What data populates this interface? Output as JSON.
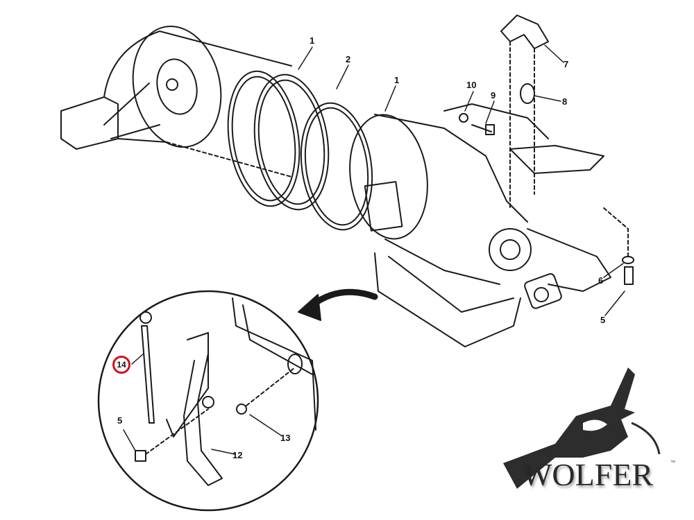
{
  "diagram": {
    "callouts": {
      "ring_seal_left": "1",
      "ring_middle": "2",
      "ring_seal_right": "1",
      "washer_top": "10",
      "bolt_top": "9",
      "bracket": "7",
      "spacer": "8",
      "washer_right": "6",
      "bolt_right": "5",
      "dipstick": "14",
      "bolt_inset": "5",
      "grommet": "13",
      "dipstick_tube": "12"
    },
    "highlight_color": "#d0101a",
    "logo": {
      "name": "WOLFER",
      "mark": "™"
    }
  }
}
